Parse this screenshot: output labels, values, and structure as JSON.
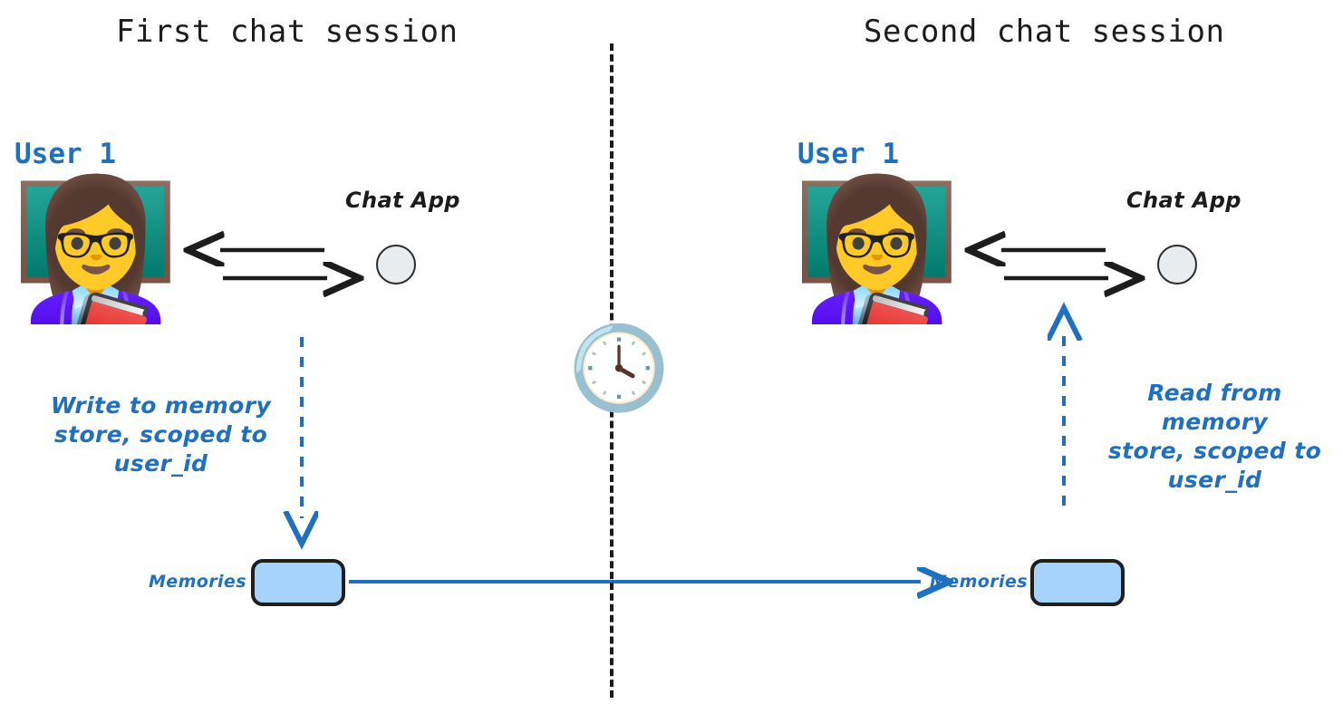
{
  "colors": {
    "accent_blue": "#2070c0",
    "box_fill": "#a6d3fb",
    "box_border": "#1f1f1f",
    "circle_fill": "#e9ecef",
    "ink_black": "#1c1c1c"
  },
  "sessions": [
    {
      "title": "First chat session",
      "user_label": "User 1",
      "avatar_icon": "woman-teacher-emoji",
      "chat_app_label": "Chat App",
      "note": "Write to memory\nstore, scoped to\nuser_id",
      "memories_label": "Memories",
      "memory_arrow_direction": "down"
    },
    {
      "title": "Second chat session",
      "user_label": "User 1",
      "avatar_icon": "woman-teacher-emoji",
      "chat_app_label": "Chat App",
      "note": "Read from memory\nstore, scoped to\nuser_id",
      "memories_label": "Memories",
      "memory_arrow_direction": "up"
    }
  ],
  "divider": {
    "icon": "clock-emoji",
    "style": "dashed-vertical"
  },
  "persistence_arrow": {
    "direction": "right",
    "description": "memory persists across sessions"
  }
}
